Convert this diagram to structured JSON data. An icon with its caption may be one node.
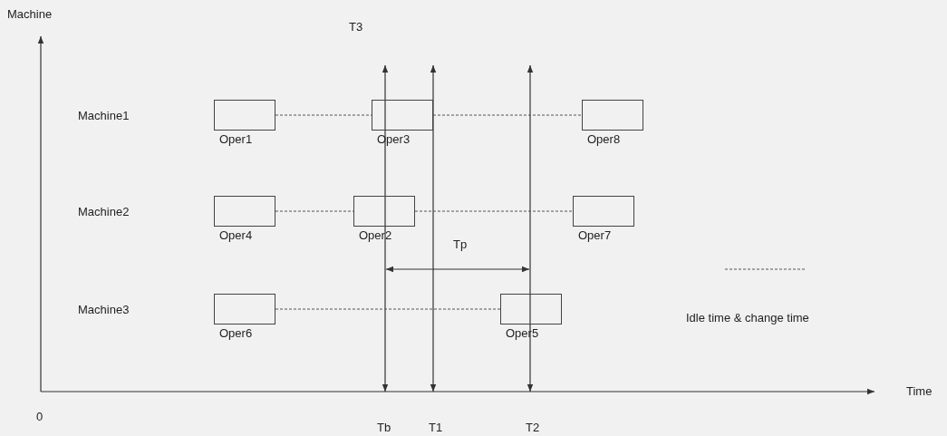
{
  "diagram": {
    "nodes": [
      {
        "text": [
          "Oper1"
        ]
      },
      {
        "text": [
          "Oper3"
        ]
      },
      {
        "text": [
          "Oper8"
        ]
      },
      {
        "text": [
          "Oper4"
        ]
      },
      {
        "text": [
          "Oper2"
        ]
      },
      {
        "text": [
          "Oper7"
        ]
      },
      {
        "text": [
          "Oper6"
        ]
      },
      {
        "text": [
          "Oper5"
        ]
      }
    ],
    "edges": [
      {
        "from": 0,
        "to": 1,
        "arrow": "none",
        "style": "dashed"
      },
      {
        "from": 1,
        "to": 2,
        "arrow": "none",
        "style": "dashed"
      },
      {
        "from": 3,
        "to": 4,
        "arrow": "none",
        "style": "dashed"
      },
      {
        "from": 4,
        "to": 5,
        "arrow": "none",
        "style": "dashed"
      },
      {
        "from": 6,
        "to": 7,
        "arrow": "none",
        "style": "dashed"
      }
    ],
    "labels": [
      "Machine",
      "T3",
      "Machine1",
      "Machine2",
      "Tp",
      "Machine3",
      "0",
      "Tb",
      "T1",
      "T2",
      "Time"
    ],
    "legend": [
      {
        "text": "Idle time & change time"
      }
    ]
  }
}
